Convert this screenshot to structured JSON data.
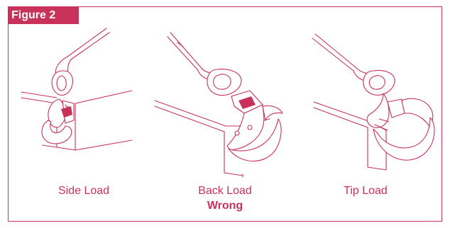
{
  "figure": {
    "title": "Figure 2",
    "accent_color": "#c8325a"
  },
  "panels": [
    {
      "caption": "Side Load",
      "note": ""
    },
    {
      "caption": "Back Load",
      "note": "Wrong"
    },
    {
      "caption": "Tip Load",
      "note": ""
    }
  ]
}
